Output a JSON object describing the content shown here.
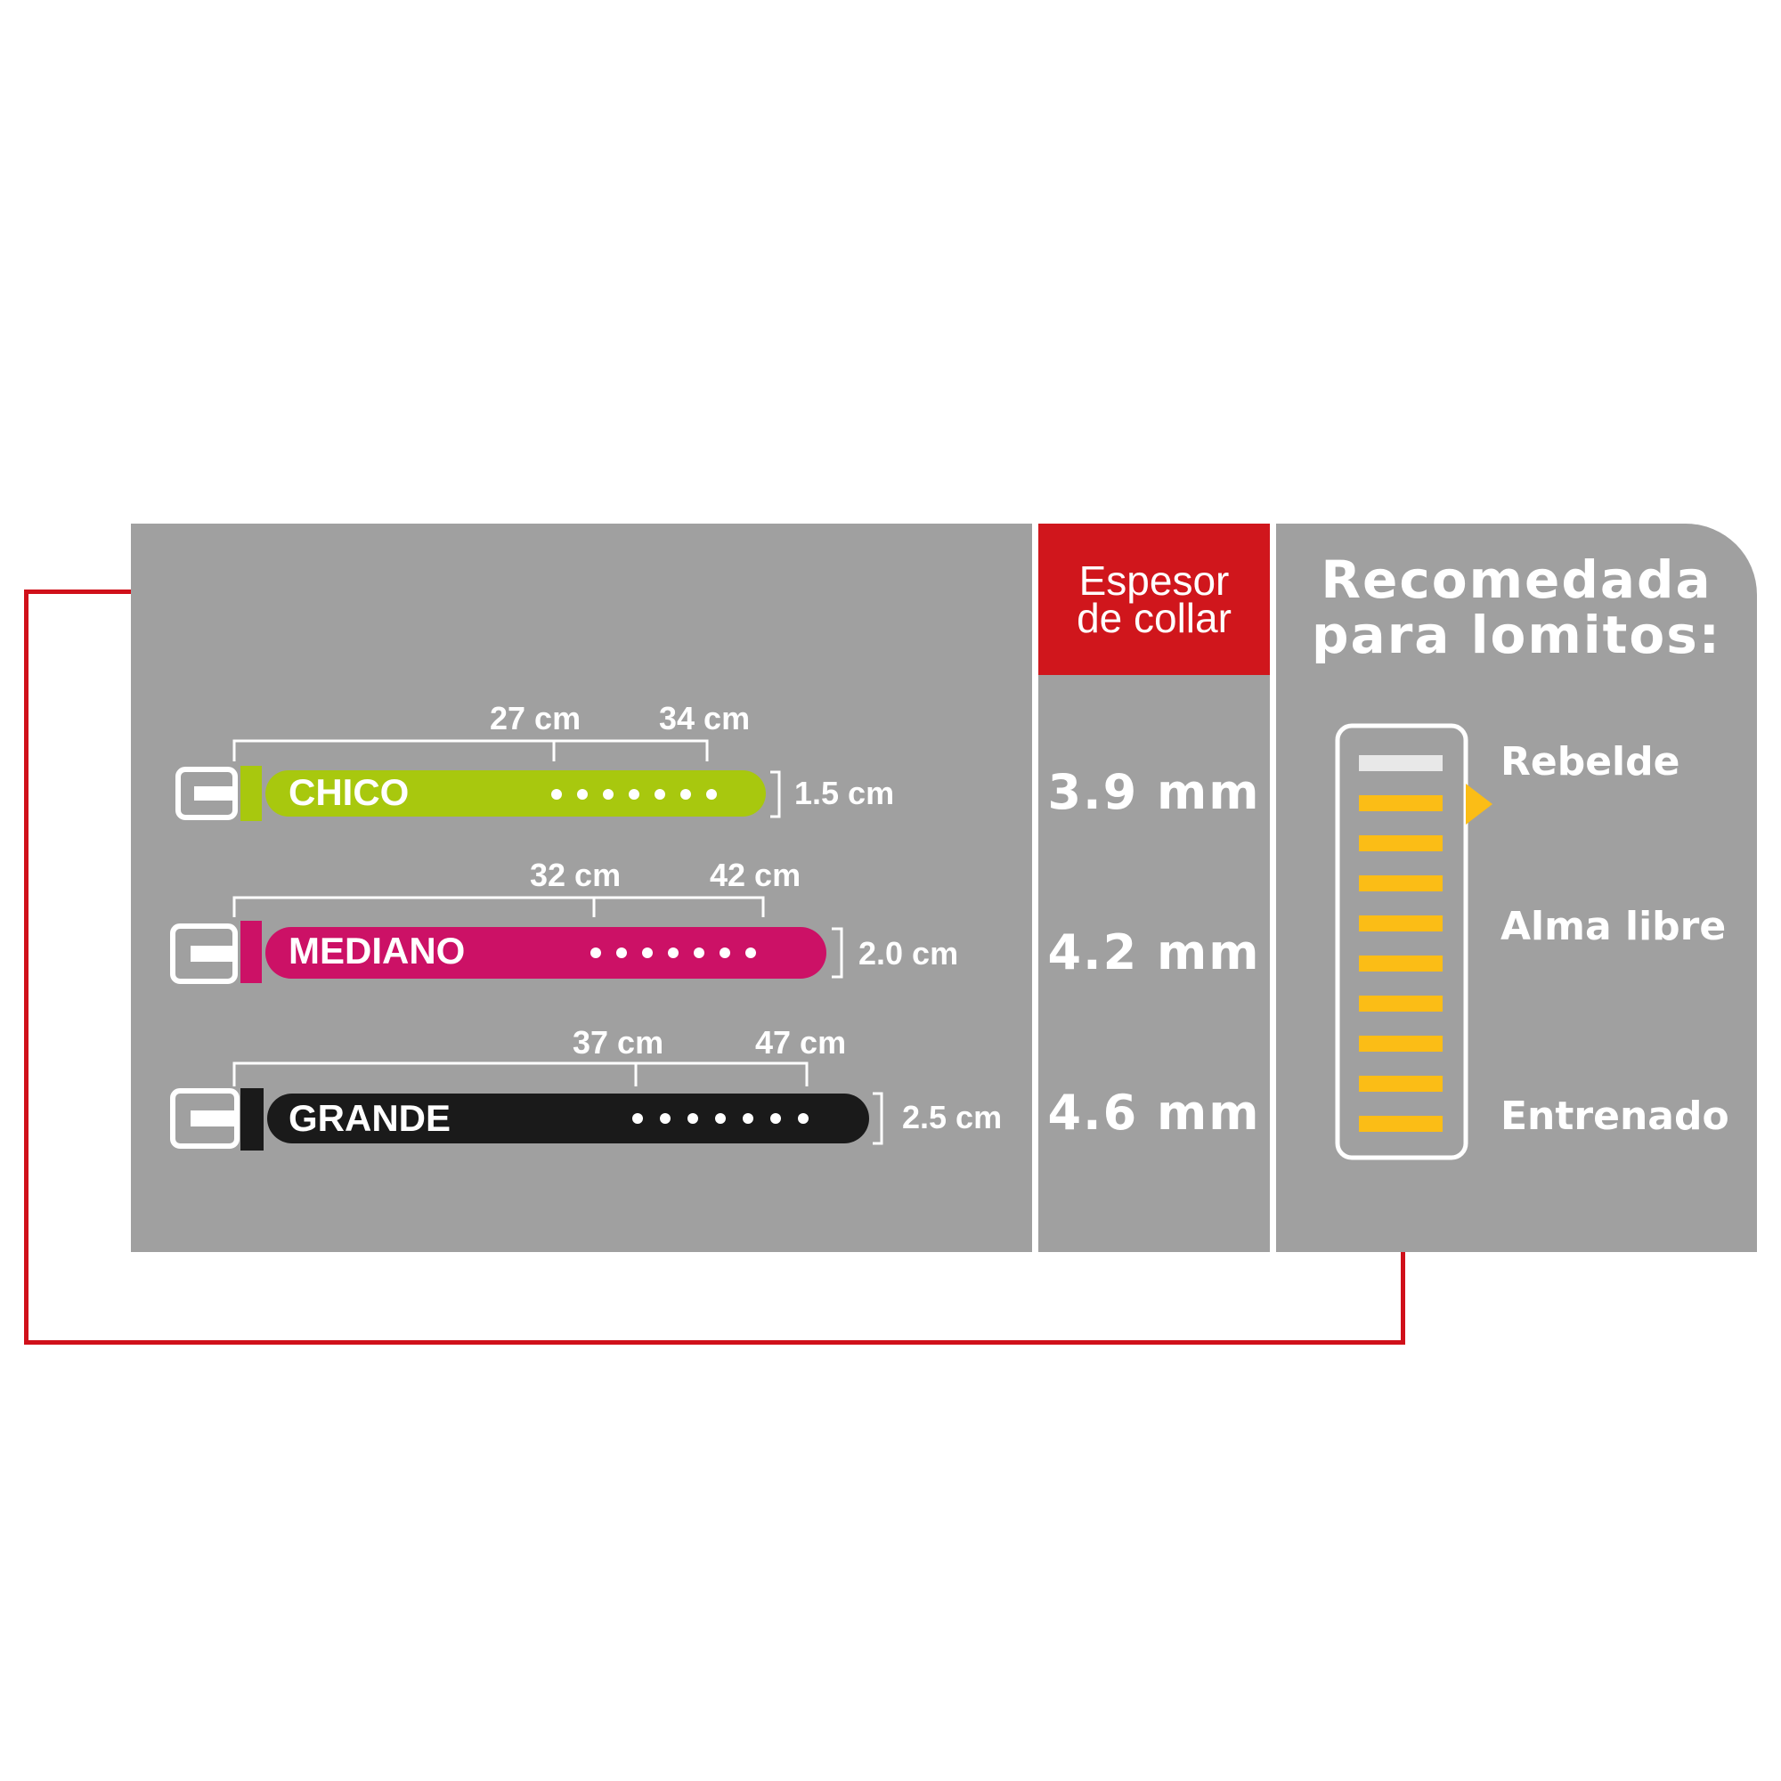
{
  "colors": {
    "panel": "#a0a0a0",
    "accent_red": "#d0161c",
    "chico": "#a8c80e",
    "mediano": "#cc1166",
    "grande": "#1a1a1a",
    "meter_bar": "#fbbd16",
    "meter_top": "#e8e8e8"
  },
  "sizes": [
    {
      "name": "CHICO",
      "min": "27 cm",
      "max": "34 cm",
      "width": "1.5 cm",
      "thickness": "3.9 mm",
      "color": "#a8c80e",
      "name_color": "#ffffff"
    },
    {
      "name": "MEDIANO",
      "min": "32 cm",
      "max": "42 cm",
      "width": "2.0 cm",
      "thickness": "4.2 mm",
      "color": "#cc1166",
      "name_color": "#ffffff"
    },
    {
      "name": "GRANDE",
      "min": "37 cm",
      "max": "47 cm",
      "width": "2.5 cm",
      "thickness": "4.6 mm",
      "color": "#1a1a1a",
      "name_color": "#ffffff"
    }
  ],
  "thickness_header": {
    "line1": "Espesor",
    "line2": "de collar"
  },
  "recommended": {
    "title_line1": "Recomedada",
    "title_line2": "para lomitos:",
    "labels": [
      "Rebelde",
      "Alma libre",
      "Entrenado"
    ],
    "meter_bars": 10,
    "indicator_icon": "triangle-pointer-icon"
  }
}
